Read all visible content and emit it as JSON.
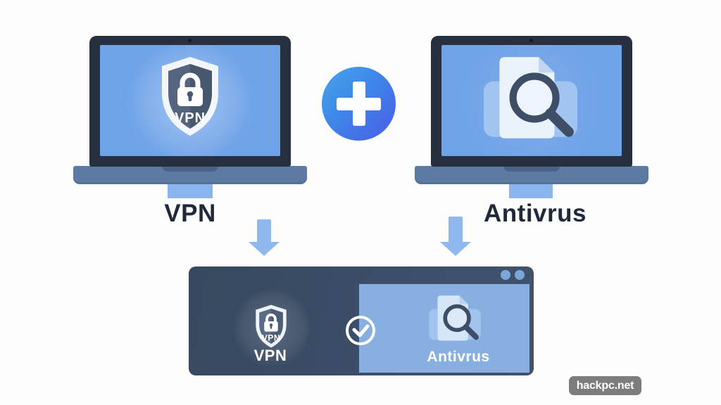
{
  "illustration": {
    "description": "VPN plus Antivirus combined into one app",
    "colors": {
      "background": "#fdfdfe",
      "bezel": "#26303e",
      "screen_blue": "#6fa3e8",
      "base_gray_blue": "#5d7aa2",
      "light_blue_accent": "#8fb8ef",
      "plus_gradient_start": "#47a5ea",
      "plus_gradient_end": "#4b5be9",
      "label_dark": "#1f2937",
      "panel_dark": "#3c4e68",
      "panel_light": "#87afe0",
      "white": "#ffffff",
      "watermark_gray": "#7d7d7d"
    },
    "left_laptop": {
      "screen_icon": "vpn-shield-lock-icon",
      "shield_text": "VPN",
      "label": "VPN"
    },
    "divider": {
      "icon": "plus-icon"
    },
    "right_laptop": {
      "screen_icon": "antivirus-file-scan-icon",
      "label": "Antivrus"
    },
    "combined_panel": {
      "vpn_section": {
        "icon": "vpn-shield-lock-icon",
        "shield_text": "VPN",
        "label": "VPN"
      },
      "check": {
        "icon": "check-circle-icon"
      },
      "antivirus_section": {
        "icon": "antivirus-file-scan-icon",
        "label": "Antivrus"
      },
      "window_dots": 2
    },
    "watermark": {
      "text": "hackpc.net"
    }
  }
}
